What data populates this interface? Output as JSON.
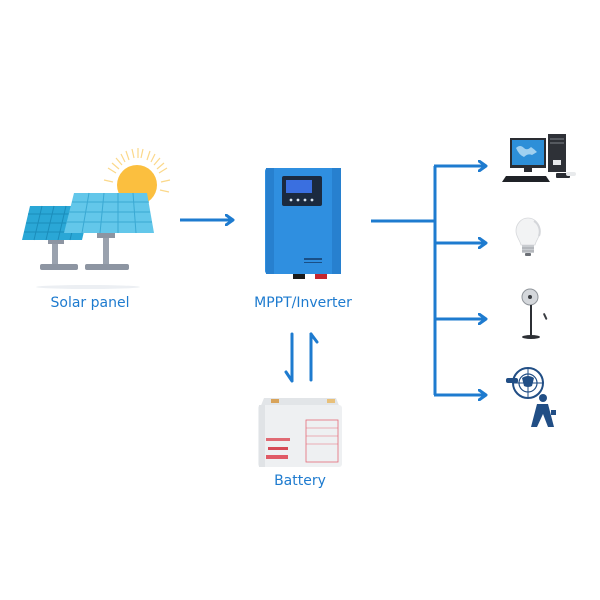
{
  "diagram": {
    "title": "Solar power system",
    "nodes": {
      "solar_panel": {
        "label": "Solar panel"
      },
      "inverter": {
        "label": "MPPT/Inverter"
      },
      "battery": {
        "label": "Battery"
      }
    },
    "loads": [
      {
        "name": "computer"
      },
      {
        "name": "light-bulb"
      },
      {
        "name": "stand-fan"
      },
      {
        "name": "desk-fan"
      }
    ]
  },
  "colors": {
    "arrow": "#1e7bcf",
    "label": "#1e7bcf",
    "inverter": "#2f8fe0",
    "panel": "#3bb8e4",
    "sun": "#fbbf3f"
  }
}
